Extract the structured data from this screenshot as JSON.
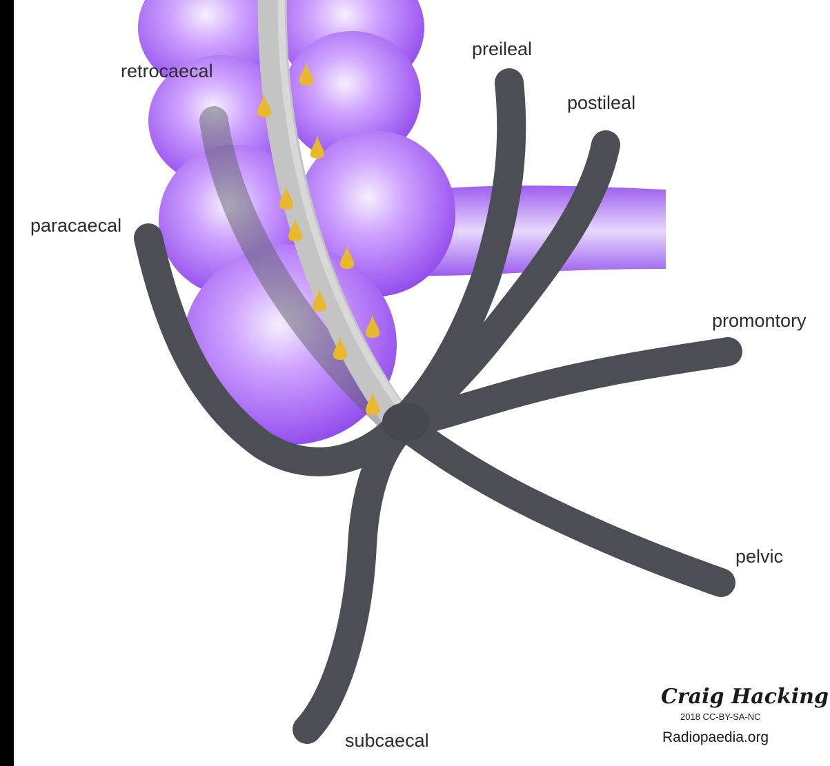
{
  "labels": {
    "retrocaecal": "retrocaecal",
    "preileal": "preileal",
    "postileal": "postileal",
    "paracaecal": "paracaecal",
    "promontory": "promontory",
    "pelvic": "pelvic",
    "subcaecal": "subcaecal"
  },
  "credit": {
    "author": "Craig Hacking",
    "license": "2018 CC-BY-SA-NC",
    "site": "Radiopaedia.org"
  },
  "colors": {
    "background": "#000000",
    "panel": "#ffffff",
    "caecum": "#a56bf2",
    "caecum_highlight": "#f4ecff",
    "appendix": "#4b4e54",
    "taenia": "#c4c4c4",
    "droplet": "#e8b92e"
  }
}
